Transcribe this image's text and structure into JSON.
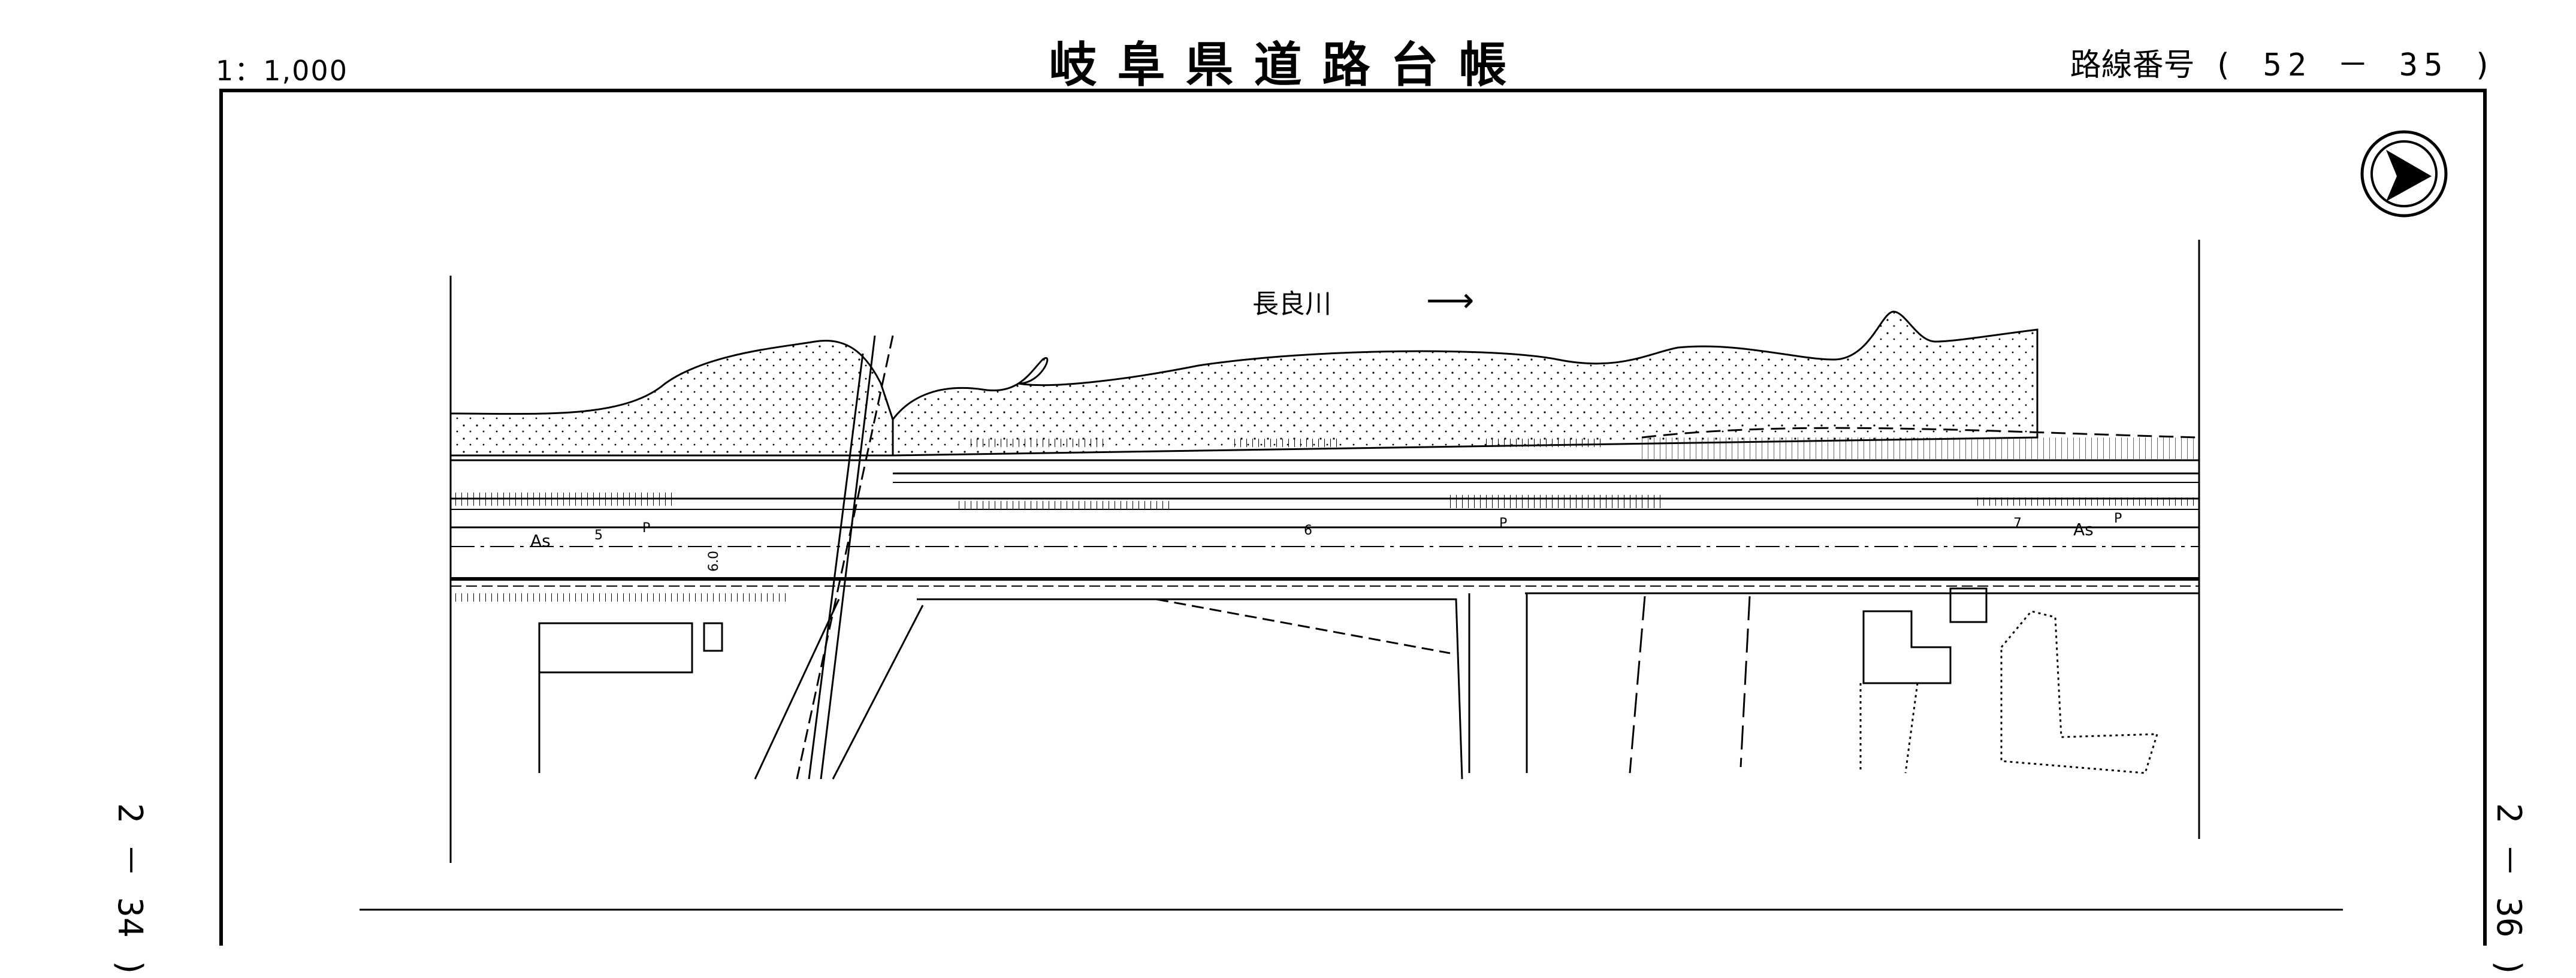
{
  "header": {
    "scale": "1：1,000",
    "title": "岐阜県道路台帳",
    "route_label": "路線番号",
    "route_number": "( 52 － 35 )"
  },
  "side_labels": {
    "left": "2 － 34 )",
    "right": "2 － 36 )"
  },
  "map": {
    "river_label": "長良川",
    "river_arrow": "⟶",
    "north_symbol": "compass-arrow-icon",
    "pavement_left": "As",
    "pavement_right": "As",
    "station_labels": [
      "5",
      "6",
      "7"
    ],
    "post_labels": [
      "P",
      "P",
      "P"
    ],
    "width_label": "6.0"
  }
}
